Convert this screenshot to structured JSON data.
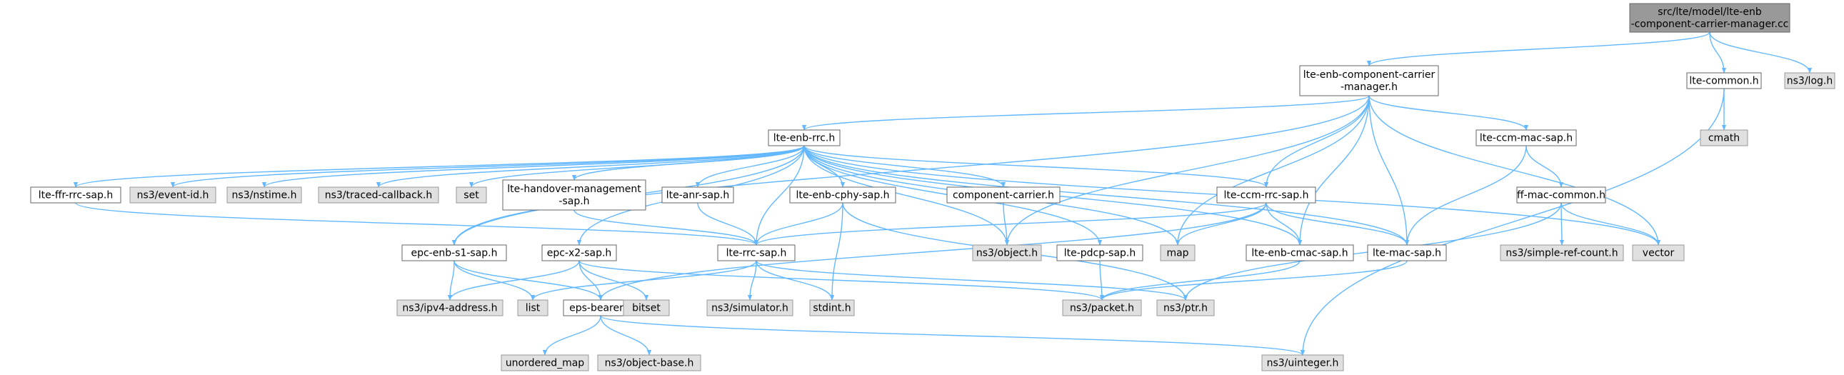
{
  "colors": {
    "root_fill": "#999999",
    "root_stroke": "#666666",
    "local_fill": "#ffffff",
    "local_stroke": "#666666",
    "external_fill": "#e0e0e0",
    "external_stroke": "#999999",
    "edge": "#63b8ff"
  },
  "nodes": [
    {
      "id": "root",
      "kind": "root",
      "lines": [
        "src/lte/model/lte-enb",
        "-component-carrier-manager.cc"
      ]
    },
    {
      "id": "lte-enb-ccm",
      "kind": "local",
      "lines": [
        "lte-enb-component-carrier",
        "-manager.h"
      ]
    },
    {
      "id": "lte-common",
      "kind": "local",
      "lines": [
        "lte-common.h"
      ]
    },
    {
      "id": "ns3-log",
      "kind": "external",
      "lines": [
        "ns3/log.h"
      ]
    },
    {
      "id": "lte-enb-rrc",
      "kind": "local",
      "lines": [
        "lte-enb-rrc.h"
      ]
    },
    {
      "id": "lte-ccm-mac-sap",
      "kind": "local",
      "lines": [
        "lte-ccm-mac-sap.h"
      ]
    },
    {
      "id": "cmath",
      "kind": "external",
      "lines": [
        "cmath"
      ]
    },
    {
      "id": "ff-mac-common",
      "kind": "local",
      "lines": [
        "ff-mac-common.h"
      ]
    },
    {
      "id": "lte-ffr-rrc-sap",
      "kind": "local",
      "lines": [
        "lte-ffr-rrc-sap.h"
      ]
    },
    {
      "id": "ns3-event-id",
      "kind": "external",
      "lines": [
        "ns3/event-id.h"
      ]
    },
    {
      "id": "ns3-nstime",
      "kind": "external",
      "lines": [
        "ns3/nstime.h"
      ]
    },
    {
      "id": "ns3-traced-callback",
      "kind": "external",
      "lines": [
        "ns3/traced-callback.h"
      ]
    },
    {
      "id": "set",
      "kind": "external",
      "lines": [
        "set"
      ]
    },
    {
      "id": "lte-handover-mgmt-sap",
      "kind": "local",
      "lines": [
        "lte-handover-management",
        "-sap.h"
      ]
    },
    {
      "id": "lte-anr-sap",
      "kind": "local",
      "lines": [
        "lte-anr-sap.h"
      ]
    },
    {
      "id": "lte-enb-cphy-sap",
      "kind": "local",
      "lines": [
        "lte-enb-cphy-sap.h"
      ]
    },
    {
      "id": "component-carrier",
      "kind": "local",
      "lines": [
        "component-carrier.h"
      ]
    },
    {
      "id": "lte-ccm-rrc-sap",
      "kind": "local",
      "lines": [
        "lte-ccm-rrc-sap.h"
      ]
    },
    {
      "id": "ns3-simple-ref-count",
      "kind": "external",
      "lines": [
        "ns3/simple-ref-count.h"
      ]
    },
    {
      "id": "vector",
      "kind": "external",
      "lines": [
        "vector"
      ]
    },
    {
      "id": "epc-enb-s1-sap",
      "kind": "local",
      "lines": [
        "epc-enb-s1-sap.h"
      ]
    },
    {
      "id": "epc-x2-sap",
      "kind": "local",
      "lines": [
        "epc-x2-sap.h"
      ]
    },
    {
      "id": "lte-rrc-sap",
      "kind": "local",
      "lines": [
        "lte-rrc-sap.h"
      ]
    },
    {
      "id": "ns3-object",
      "kind": "external",
      "lines": [
        "ns3/object.h"
      ]
    },
    {
      "id": "lte-pdcp-sap",
      "kind": "local",
      "lines": [
        "lte-pdcp-sap.h"
      ]
    },
    {
      "id": "map",
      "kind": "external",
      "lines": [
        "map"
      ]
    },
    {
      "id": "lte-enb-cmac-sap",
      "kind": "local",
      "lines": [
        "lte-enb-cmac-sap.h"
      ]
    },
    {
      "id": "lte-mac-sap",
      "kind": "local",
      "lines": [
        "lte-mac-sap.h"
      ]
    },
    {
      "id": "ns3-ipv4-address",
      "kind": "external",
      "lines": [
        "ns3/ipv4-address.h"
      ]
    },
    {
      "id": "list",
      "kind": "external",
      "lines": [
        "list"
      ]
    },
    {
      "id": "eps-bearer",
      "kind": "local",
      "lines": [
        "eps-bearer.h"
      ]
    },
    {
      "id": "bitset",
      "kind": "external",
      "lines": [
        "bitset"
      ]
    },
    {
      "id": "ns3-simulator",
      "kind": "external",
      "lines": [
        "ns3/simulator.h"
      ]
    },
    {
      "id": "stdint",
      "kind": "external",
      "lines": [
        "stdint.h"
      ]
    },
    {
      "id": "ns3-packet",
      "kind": "external",
      "lines": [
        "ns3/packet.h"
      ]
    },
    {
      "id": "ns3-ptr",
      "kind": "external",
      "lines": [
        "ns3/ptr.h"
      ]
    },
    {
      "id": "unordered-map",
      "kind": "external",
      "lines": [
        "unordered_map"
      ]
    },
    {
      "id": "ns3-object-base",
      "kind": "external",
      "lines": [
        "ns3/object-base.h"
      ]
    },
    {
      "id": "ns3-uinteger",
      "kind": "external",
      "lines": [
        "ns3/uinteger.h"
      ]
    }
  ],
  "edges": [
    [
      "root",
      "lte-enb-ccm"
    ],
    [
      "root",
      "lte-common"
    ],
    [
      "root",
      "ns3-log"
    ],
    [
      "lte-enb-ccm",
      "lte-enb-rrc"
    ],
    [
      "lte-enb-ccm",
      "lte-ccm-mac-sap"
    ],
    [
      "lte-enb-ccm",
      "vector"
    ],
    [
      "lte-enb-ccm",
      "ns3-object"
    ],
    [
      "lte-enb-ccm",
      "map"
    ],
    [
      "lte-enb-ccm",
      "lte-ccm-rrc-sap"
    ],
    [
      "lte-enb-ccm",
      "lte-enb-cmac-sap"
    ],
    [
      "lte-enb-ccm",
      "lte-mac-sap"
    ],
    [
      "lte-enb-ccm",
      "epc-enb-s1-sap"
    ],
    [
      "lte-common",
      "cmath"
    ],
    [
      "lte-common",
      "ns3-uinteger"
    ],
    [
      "lte-ccm-mac-sap",
      "ff-mac-common"
    ],
    [
      "lte-ccm-mac-sap",
      "lte-mac-sap"
    ],
    [
      "ff-mac-common",
      "ns3-simple-ref-count"
    ],
    [
      "ff-mac-common",
      "vector"
    ],
    [
      "ff-mac-common",
      "ns3-ptr"
    ],
    [
      "lte-enb-rrc",
      "lte-ffr-rrc-sap"
    ],
    [
      "lte-enb-rrc",
      "ns3-event-id"
    ],
    [
      "lte-enb-rrc",
      "ns3-nstime"
    ],
    [
      "lte-enb-rrc",
      "ns3-traced-callback"
    ],
    [
      "lte-enb-rrc",
      "set"
    ],
    [
      "lte-enb-rrc",
      "lte-handover-mgmt-sap"
    ],
    [
      "lte-enb-rrc",
      "lte-anr-sap"
    ],
    [
      "lte-enb-rrc",
      "lte-enb-cphy-sap"
    ],
    [
      "lte-enb-rrc",
      "component-carrier"
    ],
    [
      "lte-enb-rrc",
      "lte-ccm-rrc-sap"
    ],
    [
      "lte-enb-rrc",
      "vector"
    ],
    [
      "lte-enb-rrc",
      "epc-enb-s1-sap"
    ],
    [
      "lte-enb-rrc",
      "epc-x2-sap"
    ],
    [
      "lte-enb-rrc",
      "lte-rrc-sap"
    ],
    [
      "lte-enb-rrc",
      "ns3-object"
    ],
    [
      "lte-enb-rrc",
      "lte-pdcp-sap"
    ],
    [
      "lte-enb-rrc",
      "map"
    ],
    [
      "lte-enb-rrc",
      "lte-enb-cmac-sap"
    ],
    [
      "lte-enb-rrc",
      "lte-mac-sap"
    ],
    [
      "lte-ffr-rrc-sap",
      "lte-rrc-sap"
    ],
    [
      "lte-handover-mgmt-sap",
      "lte-rrc-sap"
    ],
    [
      "lte-anr-sap",
      "lte-rrc-sap"
    ],
    [
      "lte-enb-cphy-sap",
      "lte-rrc-sap"
    ],
    [
      "lte-enb-cphy-sap",
      "stdint"
    ],
    [
      "lte-enb-cphy-sap",
      "ns3-ptr"
    ],
    [
      "component-carrier",
      "ns3-object"
    ],
    [
      "lte-ccm-rrc-sap",
      "lte-rrc-sap"
    ],
    [
      "lte-ccm-rrc-sap",
      "map"
    ],
    [
      "lte-ccm-rrc-sap",
      "lte-enb-cmac-sap"
    ],
    [
      "lte-ccm-rrc-sap",
      "lte-mac-sap"
    ],
    [
      "lte-ccm-rrc-sap",
      "eps-bearer"
    ],
    [
      "epc-enb-s1-sap",
      "ns3-ipv4-address"
    ],
    [
      "epc-enb-s1-sap",
      "list"
    ],
    [
      "epc-enb-s1-sap",
      "eps-bearer"
    ],
    [
      "epc-x2-sap",
      "ns3-ipv4-address"
    ],
    [
      "epc-x2-sap",
      "eps-bearer"
    ],
    [
      "epc-x2-sap",
      "bitset"
    ],
    [
      "epc-x2-sap",
      "ns3-packet"
    ],
    [
      "lte-rrc-sap",
      "list"
    ],
    [
      "lte-rrc-sap",
      "ns3-simulator"
    ],
    [
      "lte-rrc-sap",
      "stdint"
    ],
    [
      "lte-rrc-sap",
      "ns3-ptr"
    ],
    [
      "lte-pdcp-sap",
      "ns3-packet"
    ],
    [
      "lte-enb-cmac-sap",
      "ns3-packet"
    ],
    [
      "lte-mac-sap",
      "ns3-packet"
    ],
    [
      "eps-bearer",
      "unordered-map"
    ],
    [
      "eps-bearer",
      "ns3-object-base"
    ],
    [
      "eps-bearer",
      "ns3-uinteger"
    ]
  ]
}
